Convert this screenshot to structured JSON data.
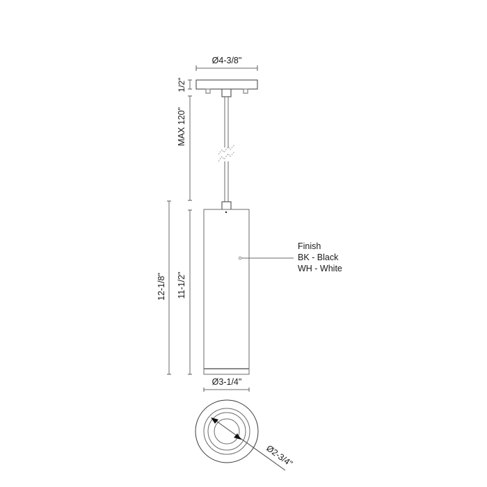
{
  "drawing": {
    "canopy_diameter": "Ø4-3/8\"",
    "canopy_height": "1/2\"",
    "cord_length": "MAX 120\"",
    "overall_height": "12-1/8\"",
    "shade_height": "11-1/2\"",
    "shade_diameter": "Ø3-1/4\"",
    "aperture_diameter": "Ø2-3/4\""
  },
  "finish_callout": {
    "title": "Finish",
    "options": [
      {
        "code": "BK",
        "name": "Black",
        "label": "BK - Black"
      },
      {
        "code": "WH",
        "name": "White",
        "label": "WH - White"
      }
    ]
  },
  "colors": {
    "line": "#6a6a6a",
    "text": "#1a1a1a",
    "background": "#ffffff"
  }
}
